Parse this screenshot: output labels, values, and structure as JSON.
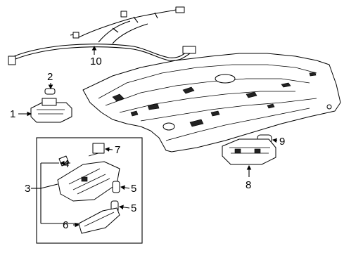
{
  "callouts": {
    "c1": "1",
    "c2": "2",
    "c3": "3",
    "c4": "4",
    "c5a": "5",
    "c5b": "5",
    "c6": "6",
    "c7": "7",
    "c8": "8",
    "c9": "9",
    "c10": "10"
  }
}
